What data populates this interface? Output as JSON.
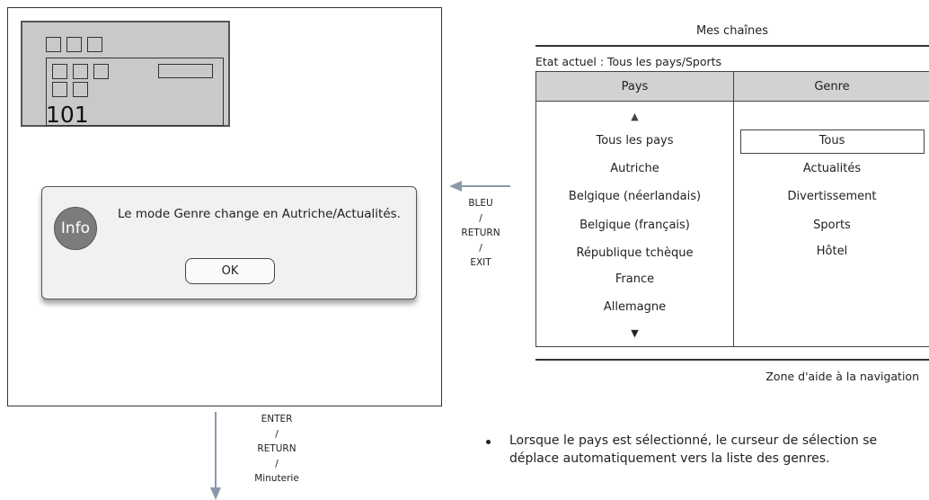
{
  "tv_screen": {
    "channel_number": "101",
    "dialog": {
      "icon_label": "Info",
      "message": "Le mode Genre change en Autriche/Actualités.",
      "ok_label": "OK"
    }
  },
  "left_arrow_keys": [
    "BLEU",
    "/",
    "RETURN",
    "/",
    "EXIT"
  ],
  "down_arrow_keys": [
    "ENTER",
    "/",
    "RETURN",
    "/",
    "Minuterie"
  ],
  "channel_list": {
    "title": "Mes chaînes",
    "status": "Etat actuel : Tous les pays/Sports",
    "columns": [
      "Pays",
      "Genre"
    ],
    "scroll_up": "▲",
    "scroll_down": "▼",
    "countries": [
      "Tous les pays",
      "Autriche",
      "Belgique (néerlandais)",
      "Belgique (français)",
      "République tchèque",
      "France",
      "Allemagne"
    ],
    "genres": [
      "Tous",
      "Actualités",
      "Divertissement",
      "Sports",
      "Hôtel"
    ],
    "selected_genre": "Tous",
    "footer": "Zone d'aide à la navigation"
  },
  "note": {
    "line1": "Lorsque le pays est sélectionné, le curseur de sélection se",
    "line2": "déplace automatiquement vers la liste des genres."
  },
  "colors": {
    "banner_bg": "#c9c9c9",
    "header_bg": "#d2d2d2",
    "info_circle": "#7c7c7c",
    "arrow": "#8a99aa"
  }
}
